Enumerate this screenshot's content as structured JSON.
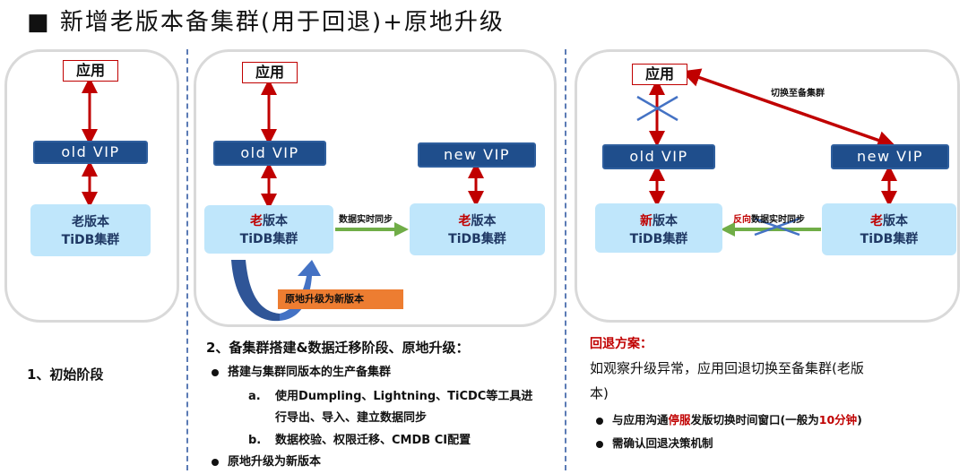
{
  "header": {
    "bullet": "■",
    "title": "新增老版本备集群(用于回退)+原地升级"
  },
  "stage1": {
    "app": "应用",
    "old_vip": "old VIP",
    "tidb_line1": "老版本",
    "tidb_line2": "TiDB集群",
    "caption": "1、初始阶段"
  },
  "stage2": {
    "app": "应用",
    "old_vip": "old VIP",
    "new_vip": "new VIP",
    "left_tidb": {
      "hl": "老",
      "rest": "版本",
      "line2": "TiDB集群"
    },
    "right_tidb": {
      "hl": "老",
      "rest": "版本",
      "line2": "TiDB集群"
    },
    "sync_label": "数据实时同步",
    "upgrade_label": "原地升级为新版本",
    "heading": "2、备集群搭建&数据迁移阶段、原地升级：",
    "bullet1": "搭建与集群同版本的生产备集群",
    "sub_a_marker": "a.",
    "sub_a_line1": "使用Dumpling、Lightning、TiCDC等工具进",
    "sub_a_line2": "行导出、导入、建立数据同步",
    "sub_b_marker": "b.",
    "sub_b": "数据校验、权限迁移、CMDB CI配置",
    "bullet2": "原地升级为新版本"
  },
  "stage3": {
    "app": "应用",
    "old_vip": "old VIP",
    "new_vip": "new VIP",
    "switch_label": "切换至备集群",
    "left_tidb": {
      "hl": "新",
      "rest": "版本",
      "line2": "TiDB集群"
    },
    "right_tidb": {
      "hl": "老",
      "rest": "版本",
      "line2": "TiDB集群"
    },
    "reverse_hl": "反向",
    "reverse_rest": "数据实时同步",
    "plan_title": "回退方案：",
    "plan_line1": "如观察升级异常，应用回退切换至备集群(老版",
    "plan_line2": "本)",
    "bullet1_pre": "与应用沟通",
    "bullet1_hl1": "停服",
    "bullet1_mid": "发版切换时间窗口(一般为",
    "bullet1_hl2": "10分钟",
    "bullet1_post": ")",
    "bullet2": "需确认回退决策机制"
  },
  "colors": {
    "vip_fill": "#1f4e8c",
    "tidb_fill": "#bfe6fb",
    "arrow_red": "#c00000",
    "arrow_green": "#70ad47",
    "upgrade_orange": "#ed7d31",
    "upgrade_blue": "#2f5597",
    "cross_blue": "#4472c4"
  }
}
